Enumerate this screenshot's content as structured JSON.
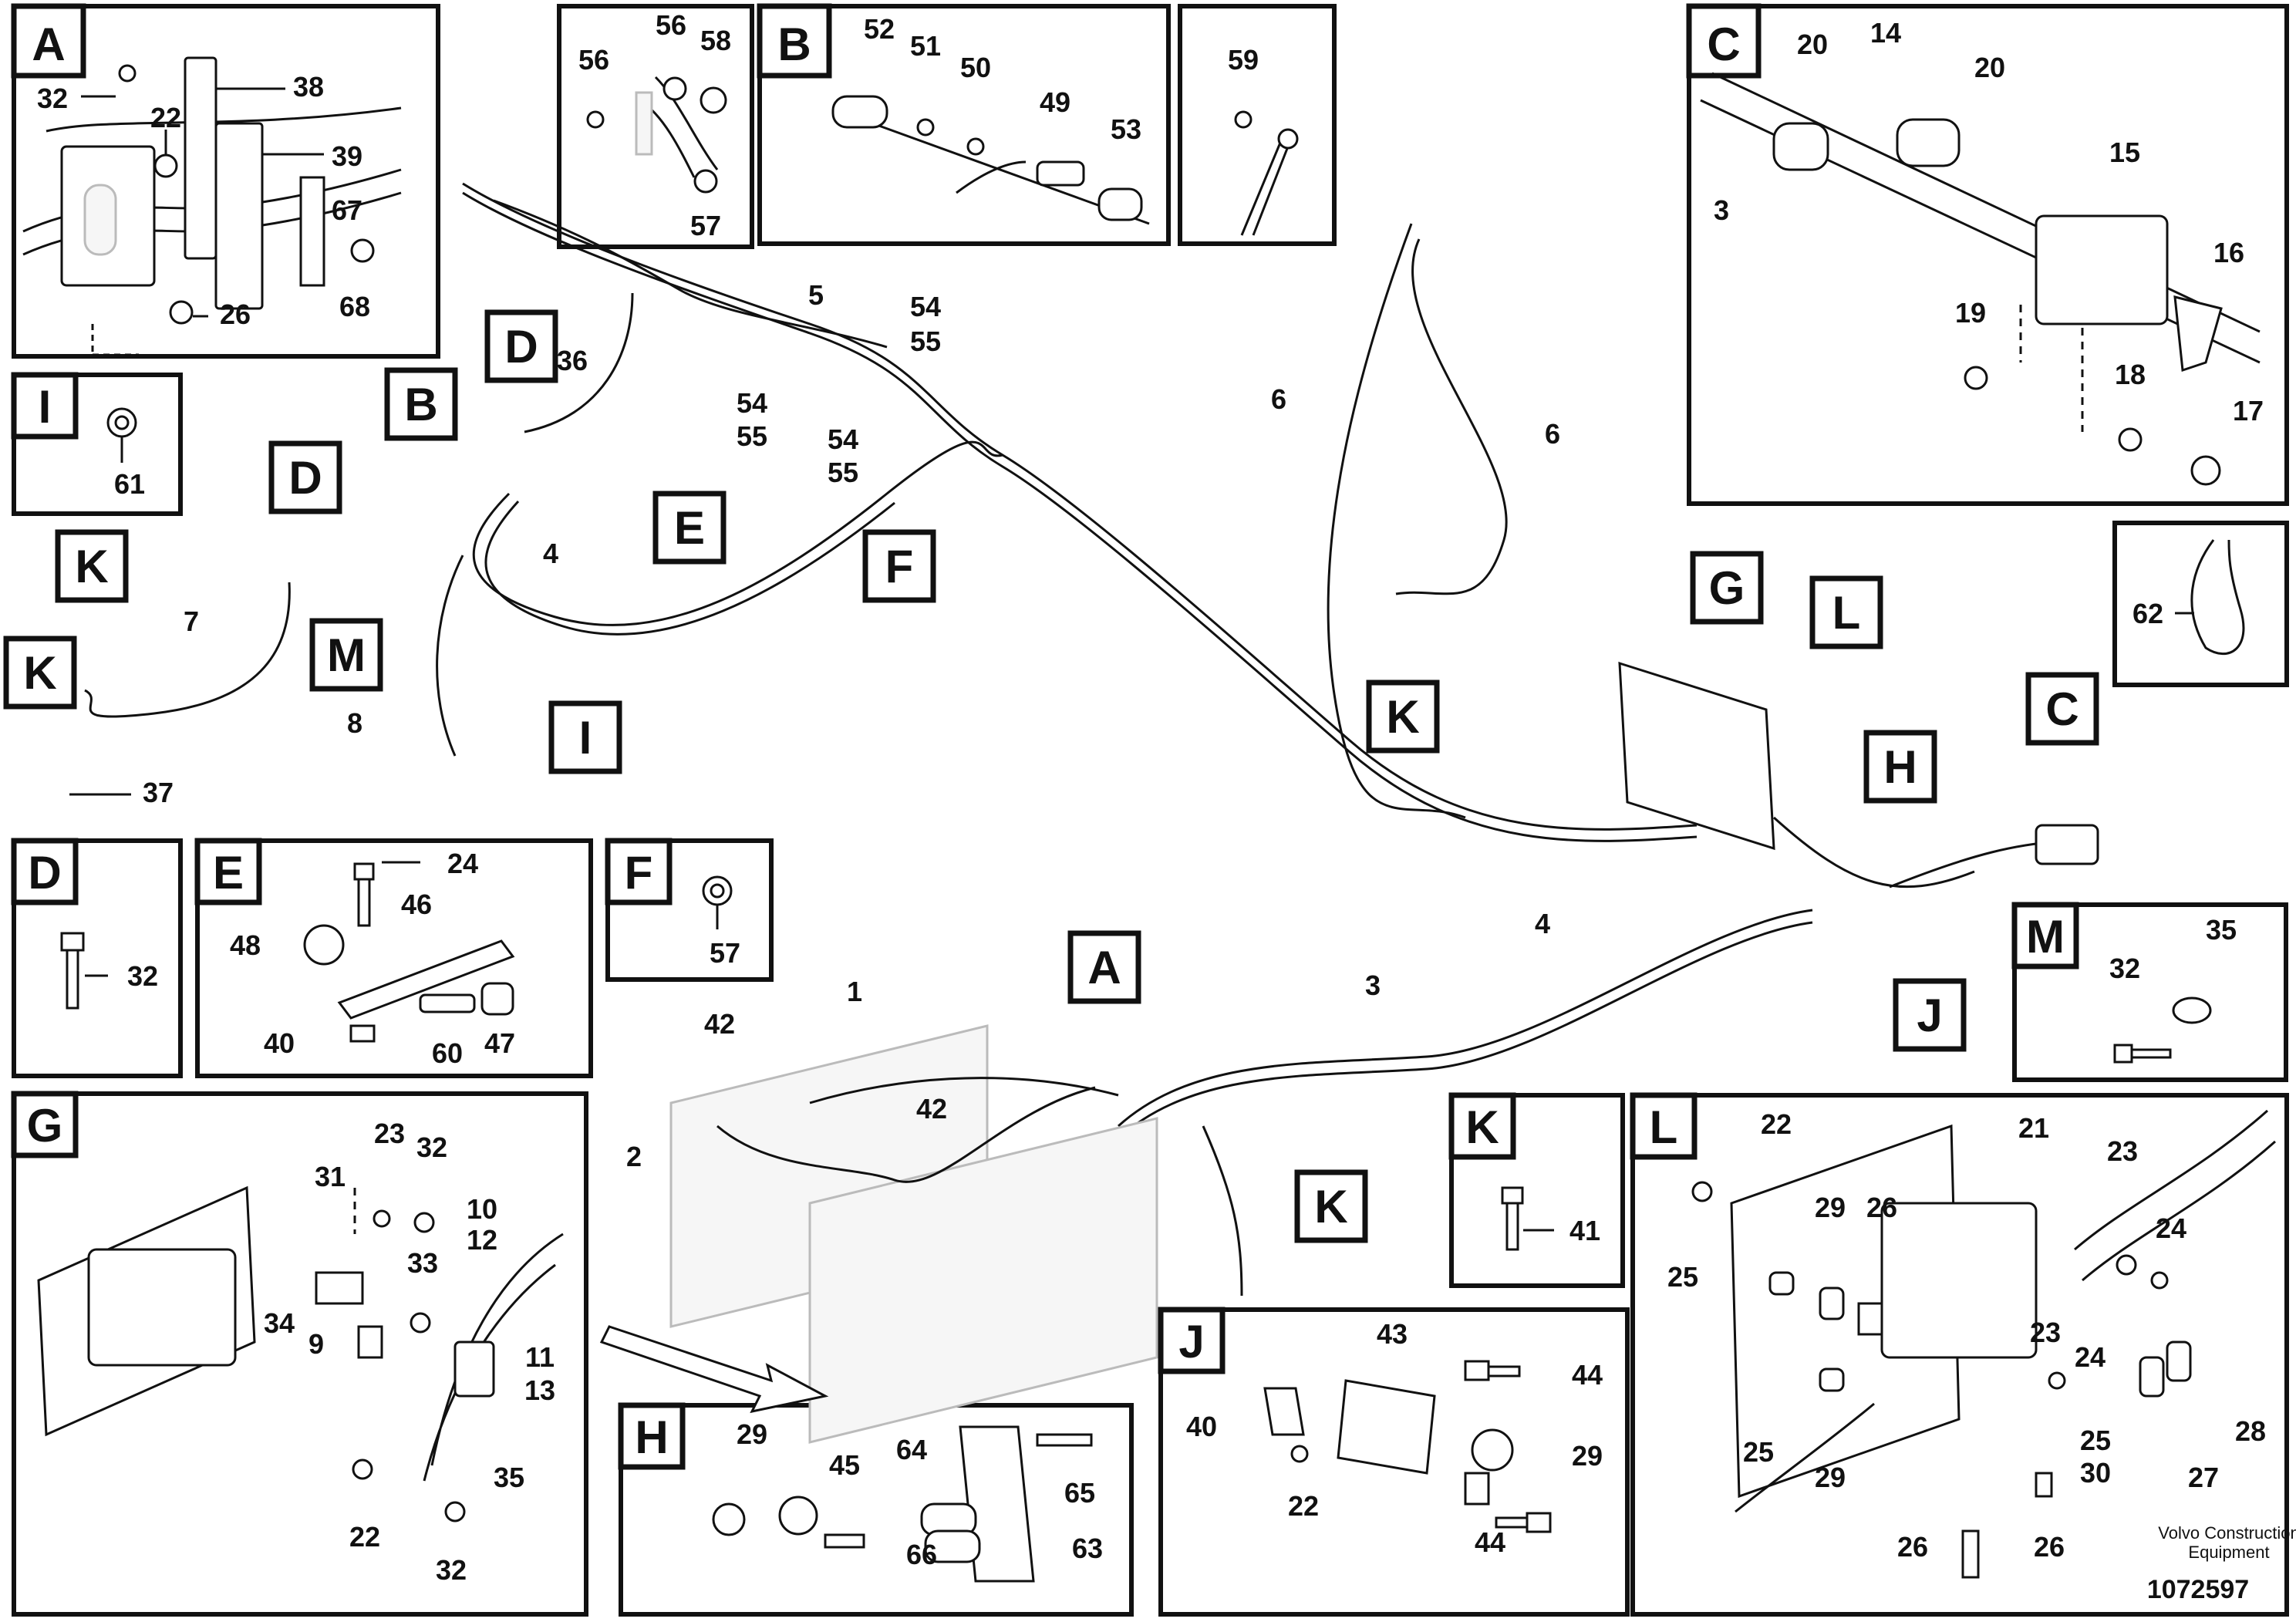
{
  "footer": {
    "company_line1": "Volvo Construction",
    "company_line2": "Equipment",
    "drawing_number": "1072597"
  },
  "callouts": {
    "A": "A",
    "B": "B",
    "C": "C",
    "D": "D",
    "E": "E",
    "F": "F",
    "G": "G",
    "H": "H",
    "I": "I",
    "J": "J",
    "K": "K",
    "L": "L",
    "M": "M"
  },
  "detail_A": {
    "letter": "A",
    "parts": [
      "32",
      "22",
      "38",
      "39",
      "67",
      "68",
      "26"
    ]
  },
  "detail_top1": {
    "parts": [
      "56",
      "56",
      "58",
      "57"
    ]
  },
  "detail_B": {
    "letter": "B",
    "parts": [
      "52",
      "51",
      "50",
      "49",
      "53"
    ]
  },
  "detail_top3": {
    "parts": [
      "59"
    ]
  },
  "detail_C": {
    "letter": "C",
    "parts": [
      "20",
      "14",
      "20",
      "3",
      "15",
      "16",
      "19",
      "18",
      "17"
    ]
  },
  "detail_I": {
    "letter": "I",
    "parts": [
      "61"
    ]
  },
  "detail_62": {
    "parts": [
      "62"
    ]
  },
  "detail_D": {
    "letter": "D",
    "parts": [
      "32"
    ]
  },
  "detail_E": {
    "letter": "E",
    "parts": [
      "24",
      "46",
      "48",
      "40",
      "60",
      "47"
    ]
  },
  "detail_F": {
    "letter": "F",
    "parts": [
      "57"
    ]
  },
  "detail_M": {
    "letter": "M",
    "parts": [
      "35",
      "32"
    ]
  },
  "detail_G": {
    "letter": "G",
    "parts": [
      "23",
      "32",
      "31",
      "10",
      "12",
      "33",
      "34",
      "9",
      "11",
      "13",
      "35",
      "22",
      "32"
    ]
  },
  "detail_H": {
    "letter": "H",
    "parts": [
      "29",
      "45",
      "64",
      "65",
      "66",
      "63"
    ]
  },
  "detail_K": {
    "letter": "K",
    "parts": [
      "41"
    ]
  },
  "detail_J": {
    "letter": "J",
    "parts": [
      "43",
      "44",
      "40",
      "29",
      "22",
      "44"
    ]
  },
  "detail_L": {
    "letter": "L",
    "parts": [
      "22",
      "21",
      "23",
      "29",
      "26",
      "24",
      "25",
      "23",
      "24",
      "25",
      "30",
      "28",
      "25",
      "29",
      "27",
      "26",
      "26"
    ]
  },
  "main": {
    "parts": [
      "5",
      "54",
      "55",
      "54",
      "55",
      "54",
      "55",
      "36",
      "4",
      "6",
      "6",
      "7",
      "8",
      "37",
      "4",
      "1",
      "42",
      "42",
      "2",
      "3"
    ]
  }
}
